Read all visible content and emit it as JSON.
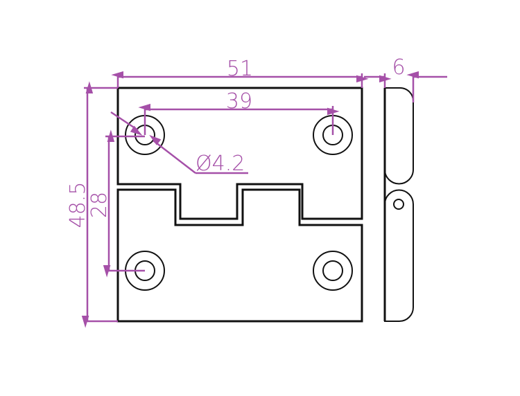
{
  "drawing": {
    "colors": {
      "part": "#111111",
      "dimension": "#a550a8"
    },
    "dimensions": {
      "overall_width": "51",
      "hole_spacing_horizontal": "39",
      "hole_diameter": "Ø4.2",
      "overall_height": "48.5",
      "hole_spacing_vertical": "28",
      "thickness": "6"
    }
  }
}
